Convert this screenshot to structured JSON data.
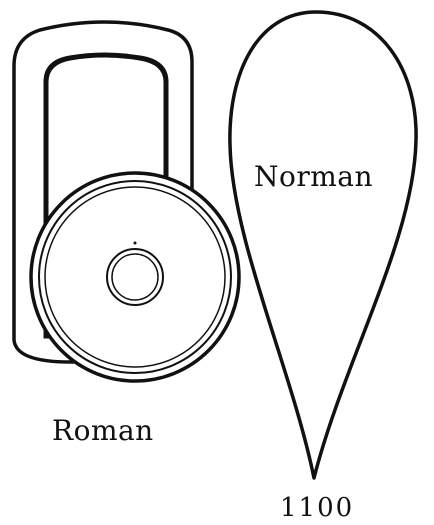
{
  "shields": [
    {
      "id": "norman",
      "label": "Norman",
      "year": "1100"
    },
    {
      "id": "roman",
      "label": "Roman"
    }
  ],
  "colors": {
    "stroke": "#111111",
    "background": "#ffffff"
  }
}
